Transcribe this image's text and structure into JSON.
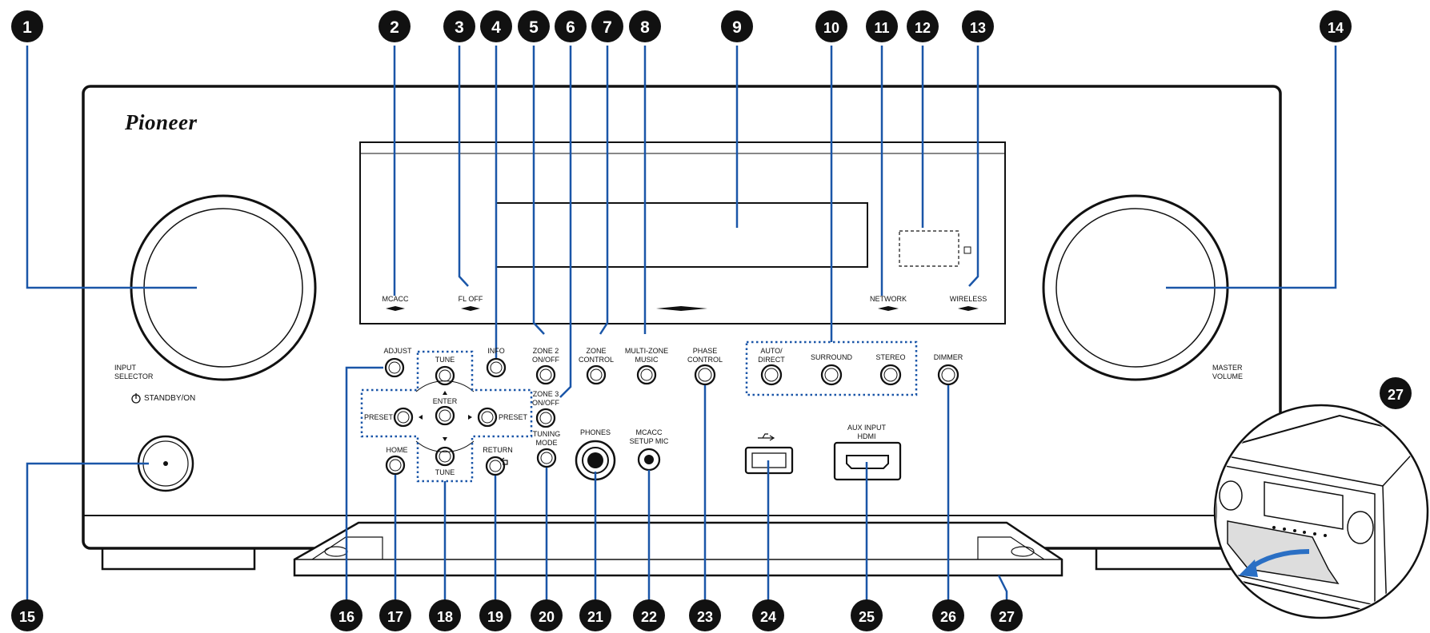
{
  "brand": "Pioneer",
  "callout_numbers": [
    "1",
    "2",
    "3",
    "4",
    "5",
    "6",
    "7",
    "8",
    "9",
    "10",
    "11",
    "12",
    "13",
    "14",
    "15",
    "16",
    "17",
    "18",
    "19",
    "20",
    "21",
    "22",
    "23",
    "24",
    "25",
    "26",
    "27",
    "27"
  ],
  "labels": {
    "mcacc": "MCACC",
    "fl_off": "FL OFF",
    "network": "NETWORK",
    "wireless": "WIRELESS",
    "input_selector": "INPUT\nSELECTOR",
    "master_volume": "MASTER\nVOLUME",
    "standby_on": "STANDBY/ON",
    "adjust": "ADJUST",
    "tune_up": "TUNE",
    "tune_down": "TUNE",
    "enter": "ENTER",
    "preset_left": "PRESET",
    "preset_right": "PRESET",
    "home": "HOME",
    "return": "RETURN",
    "info": "INFO",
    "zone2": "ZONE 2\nON/OFF",
    "zone3": "ZONE 3\nON/OFF",
    "tuning_mode": "TUNING\nMODE",
    "zone_control": "ZONE\nCONTROL",
    "multi_zone": "MULTI-ZONE\nMUSIC",
    "phones": "PHONES",
    "mcacc_setup_mic": "MCACC\nSETUP MIC",
    "phase_control": "PHASE\nCONTROL",
    "auto_direct": "AUTO/\nDIRECT",
    "surround": "SURROUND",
    "stereo": "STEREO",
    "aux_input_hdmi": "AUX INPUT\nHDMI",
    "dimmer": "DIMMER"
  },
  "colors": {
    "callout_line": "#1a56a8",
    "dotted_box": "#1a56a8",
    "outline": "#111111",
    "callout_fill": "#111111",
    "arrow": "#2a6fc4"
  }
}
